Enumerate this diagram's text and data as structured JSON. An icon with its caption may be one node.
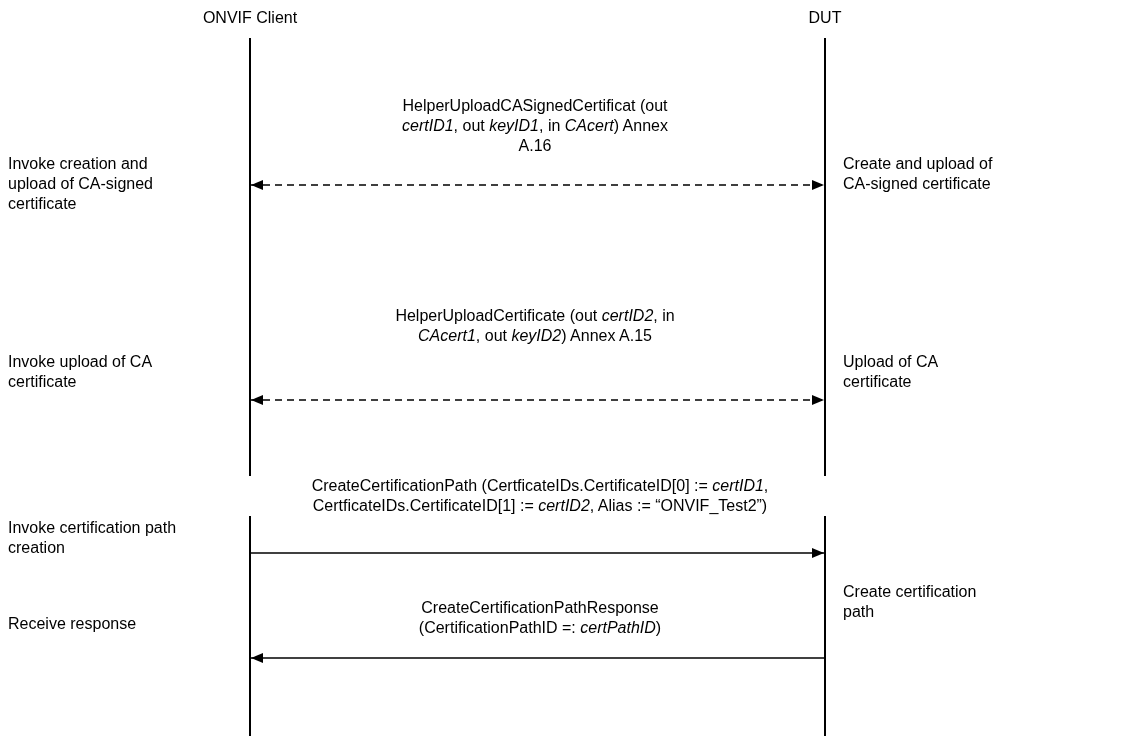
{
  "diagram": {
    "nodes": [
      {
        "text": [
          "ONVIF Client"
        ]
      },
      {
        "text": [
          "DUT"
        ]
      }
    ],
    "edges": [
      {
        "from": 0,
        "to": 1,
        "arrow": "both",
        "style": "dashed",
        "label": "HelperUploadCASignedCertificat (out *certID1*, out *keyID1*, in *CAcert*) Annex A.16"
      },
      {
        "from": 0,
        "to": 1,
        "arrow": "both",
        "style": "dashed",
        "label": "HelperUploadCertificate (out *certID2*, in *CAcert1*, out *keyID2*) Annex A.15"
      },
      {
        "from": 0,
        "to": 1,
        "arrow": "to",
        "label": "CreateCertificationPath (CertficateIDs.CertificateID[0] := *certID1*, CertficateIDs.CertificateID[1] := *certID2*, Alias := “ONVIF_Test2”)"
      },
      {
        "from": 1,
        "to": 0,
        "arrow": "to",
        "label": "CreateCertificationPathResponse (CertificationPathID =: *certPathID*)"
      }
    ],
    "labels": [
      "Invoke creation and upload of CA-signed certificate",
      "Create and upload of CA-signed certificate",
      "Invoke upload of CA certificate",
      "Upload of CA certificate",
      "Invoke certification path creation",
      "Create certification path",
      "Receive response"
    ]
  }
}
